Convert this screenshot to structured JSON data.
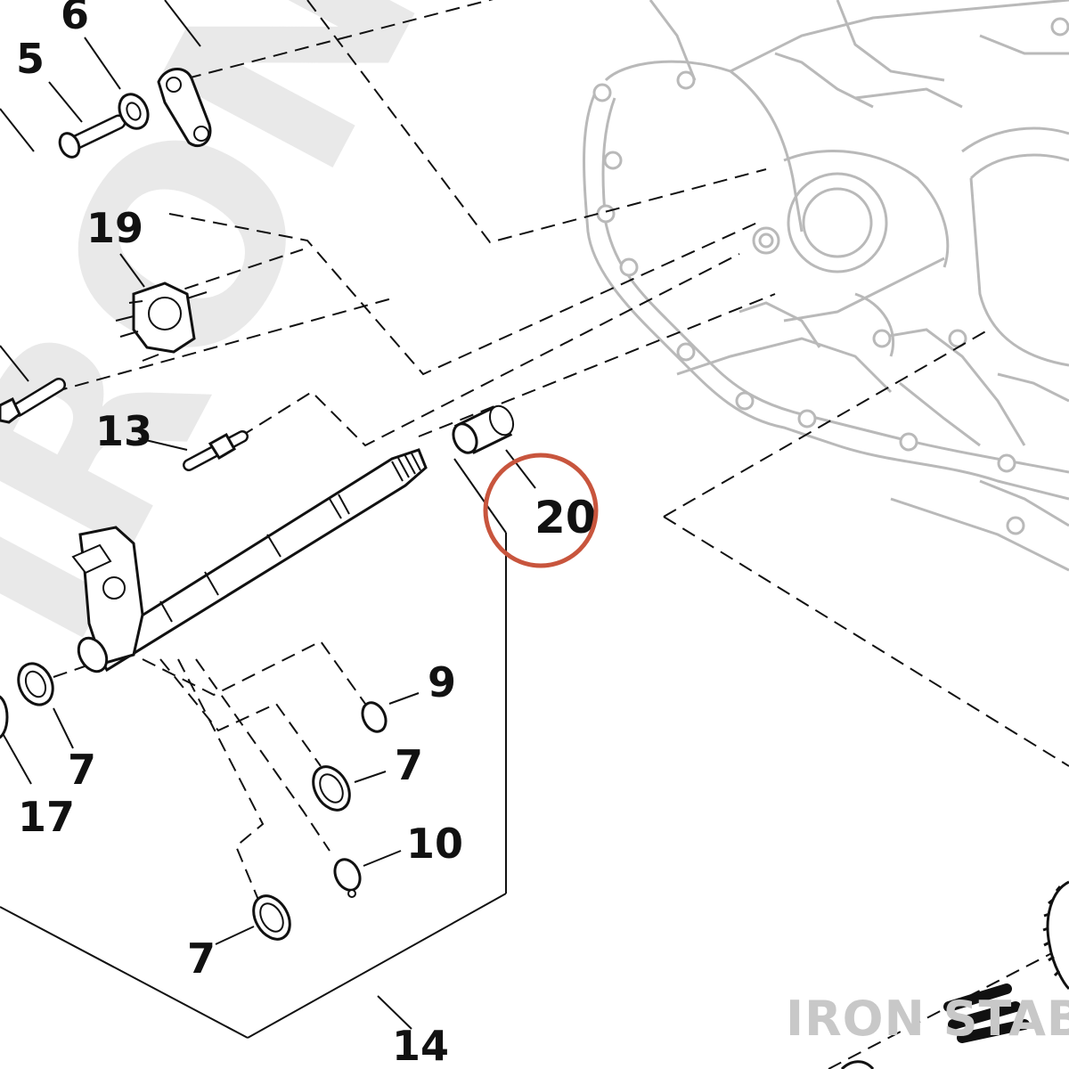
{
  "watermark_background": "IRON ST",
  "brand_watermark": "IRON STABLE",
  "highlight_color": "#c8553d",
  "callouts": {
    "c5": "5",
    "c6": "6",
    "c19": "19",
    "c13": "13",
    "c20": "20",
    "c9": "9",
    "c7a": "7",
    "c7b": "7",
    "c7c": "7",
    "c10": "10",
    "c17": "17",
    "c14": "14"
  }
}
